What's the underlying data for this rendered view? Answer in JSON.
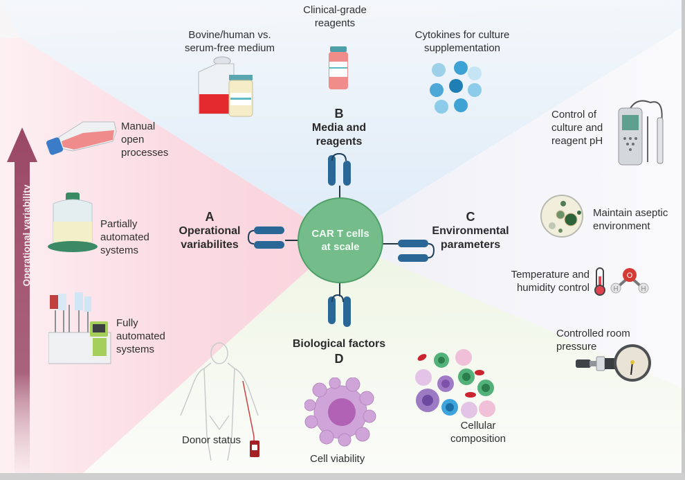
{
  "hub": {
    "line1": "CAR T cells",
    "line2": "at scale"
  },
  "sections": {
    "a": {
      "letter": "A",
      "title1": "Operational",
      "title2": "variabilites"
    },
    "b": {
      "letter": "B",
      "title1": "Media and",
      "title2": "reagents"
    },
    "c": {
      "letter": "C",
      "title1": "Environmental",
      "title2": "parameters"
    },
    "d": {
      "letter": "D",
      "title1": "Biological factors"
    }
  },
  "arrow": {
    "label": "Operational variability"
  },
  "operational_items": [
    {
      "l1": "Manual",
      "l2": "open",
      "l3": "processes"
    },
    {
      "l1": "Partially",
      "l2": "automated",
      "l3": "systems"
    },
    {
      "l1": "Fully",
      "l2": "automated",
      "l3": "systems"
    }
  ],
  "media_items": [
    {
      "l1": "Bovine/human vs.",
      "l2": "serum-free medium"
    },
    {
      "l1": "Clinical-grade",
      "l2": "reagents"
    },
    {
      "l1": "Cytokines for culture",
      "l2": "supplementation"
    }
  ],
  "environment_items": [
    {
      "l1": "Control of",
      "l2": "culture and",
      "l3": "reagent pH"
    },
    {
      "l1": "Maintain aseptic",
      "l2": "environment"
    },
    {
      "l1": "Temperature and",
      "l2": "humidity control"
    },
    {
      "l1": "Controlled room",
      "l2": "pressure"
    }
  ],
  "water_molecule": {
    "o": "O",
    "h": "H"
  },
  "biological_items": [
    {
      "l1": "Donor status"
    },
    {
      "l1": "Cell viability"
    },
    {
      "l1": "Cellular",
      "l2": "composition"
    }
  ],
  "colors": {
    "hub": "#74bd8a",
    "receptor": "#2a6796",
    "arrow": "#9c4a66",
    "sector_a": "#fbdde4",
    "sector_b": "#e3eef8",
    "sector_c": "#f2f2f8",
    "sector_d": "#eef4e6"
  }
}
